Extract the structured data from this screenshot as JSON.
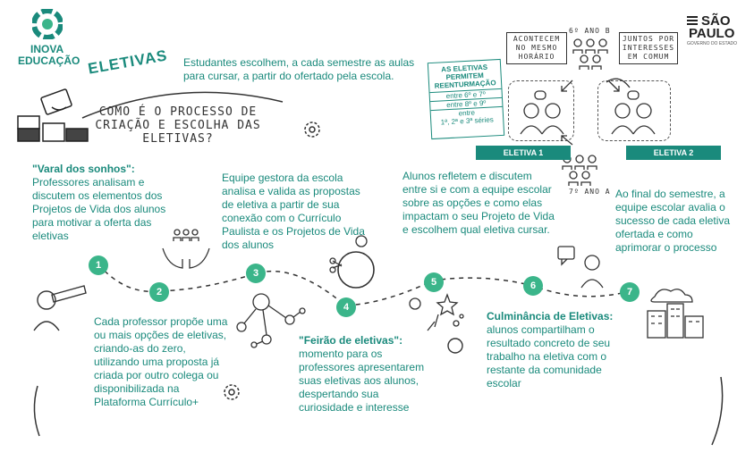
{
  "brand": {
    "logo_line1": "INOVA",
    "logo_line2": "EDUCAÇÃO",
    "sp_line1": "SÃO",
    "sp_line2": "PAULO",
    "sp_sub": "GOVERNO DO ESTADO"
  },
  "header": {
    "title": "ELETIVAS",
    "intro": "Estudantes escolhem, a cada semestre as aulas para cursar, a partir do ofertado pela escola.",
    "question": "COMO É O PROCESSO DE CRIAÇÃO E ESCOLHA DAS ELETIVAS?"
  },
  "regroup": {
    "title": "AS ELETIVAS PERMITEM REENTURMAÇÃO",
    "rows": [
      "entre 6º e 7º",
      "entre 8º e 9º",
      "entre",
      "1ª, 2ª e 3ª séries"
    ]
  },
  "side_notes": {
    "same_time": "ACONTECEM NO MESMO HORÁRIO",
    "interests": "JUNTOS POR INTERESSES EM COMUM",
    "grade6": "6º ANO B",
    "grade7": "7º ANO A",
    "elective1": "ELETIVA 1",
    "elective2": "ELETIVA 2"
  },
  "steps": [
    {
      "n": "1",
      "title": "\"Varal dos sonhos\":",
      "text": "Professores analisam e discutem os elementos dos Projetos de Vida dos alunos para motivar a oferta das eletivas"
    },
    {
      "n": "2",
      "title": "",
      "text": "Cada professor propõe uma ou mais opções de eletivas, criando-as do zero, utilizando uma proposta já criada por outro colega ou disponibilizada na Plataforma Currículo+"
    },
    {
      "n": "3",
      "title": "",
      "text": "Equipe gestora da escola analisa e valida as propostas de eletiva a partir de sua conexão com o Currículo Paulista e os Projetos de Vida dos alunos"
    },
    {
      "n": "4",
      "title": "\"Feirão de eletivas\":",
      "text": "momento para os professores apresentarem suas eletivas aos alunos, despertando sua curiosidade e interesse"
    },
    {
      "n": "5",
      "title": "",
      "text": "Alunos refletem e discutem entre si e com a equipe escolar sobre as opções e como elas impactam o seu Projeto de Vida e escolhem qual eletiva cursar."
    },
    {
      "n": "6",
      "title": "Culminância de Eletivas:",
      "text": "alunos compartilham o resultado concreto de seu trabalho na eletiva com o restante da comunidade escolar"
    },
    {
      "n": "7",
      "title": "",
      "text": "Ao final do semestre, a equipe escolar avalia o sucesso de cada eletiva ofertada e como aprimorar o processo"
    }
  ]
}
